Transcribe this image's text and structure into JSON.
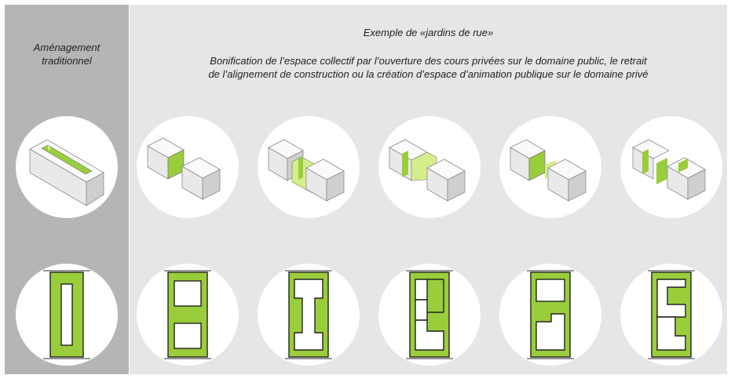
{
  "left_label": {
    "line1": "Aménagement",
    "line2": "traditionnel"
  },
  "heading": "Exemple de «jardins de rue»",
  "description": {
    "line1": "Bonification de l’espace collectif par l’ouverture des cours privées sur le domaine public, le retrait",
    "line2": "de l’alignement de construction ou la création d’espace d’animation publique sur le domaine privé"
  },
  "colors": {
    "left_panel": "#b3b5b7",
    "right_panel": "#e6e6e6",
    "green": "#9acd3c",
    "light_green": "#d4ee8c",
    "building_top": "#fafafa",
    "building_side": "#cfcfcf",
    "building_front": "#e9e9e9"
  },
  "examples": [
    {
      "id": "traditional",
      "variant": "courtyard"
    },
    {
      "id": "variant-1",
      "variant": "h-gap"
    },
    {
      "id": "variant-2",
      "variant": "i-gap"
    },
    {
      "id": "variant-3",
      "variant": "offset-gap"
    },
    {
      "id": "variant-4",
      "variant": "step-gap"
    },
    {
      "id": "variant-5",
      "variant": "s-gap"
    }
  ]
}
